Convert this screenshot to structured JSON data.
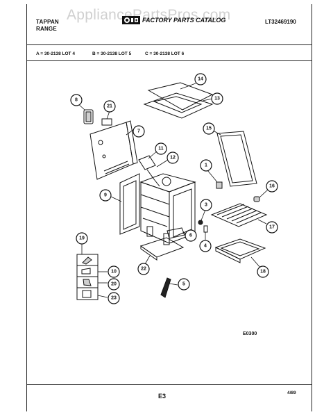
{
  "header": {
    "watermark": "AppliancePartsPros.com",
    "brand_line1": "TAPPAN",
    "brand_line2": "RANGE",
    "catalog_title": "FACTORY PARTS CATALOG",
    "catalog_number": "LT32469190"
  },
  "legend": {
    "a": "A = 30-2138 LOT 4",
    "b": "B = 30-2138 LOT 5",
    "c": "C = 30-2138 LOT 6"
  },
  "callouts": {
    "c1": "1",
    "c3": "3",
    "c4": "4",
    "c5": "5",
    "c6": "6",
    "c7": "7",
    "c8": "8",
    "c9": "9",
    "c10": "10",
    "c11": "11",
    "c12": "12",
    "c13": "13",
    "c14": "14",
    "c15": "15",
    "c16": "16",
    "c17": "17",
    "c18": "18",
    "c19": "19",
    "c20": "20",
    "c21": "21",
    "c22": "22",
    "c23": "23"
  },
  "footer": {
    "drawing_code": "E0300",
    "page": "E3",
    "date": "4/89"
  }
}
